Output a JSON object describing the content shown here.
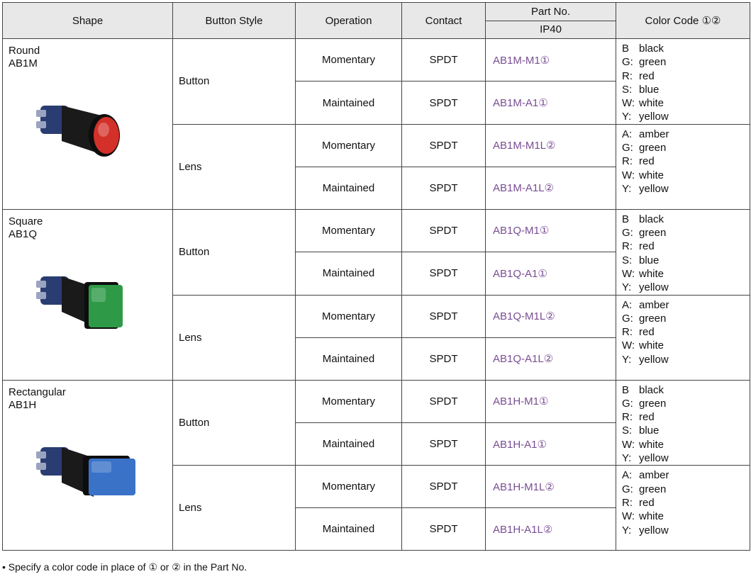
{
  "headers": {
    "shape": "Shape",
    "button_style": "Button Style",
    "operation": "Operation",
    "contact": "Contact",
    "part_no": "Part No.",
    "ip": "IP40",
    "color_code": "Color Code ①②"
  },
  "groups": [
    {
      "shape": "Round",
      "code": "AB1M",
      "cap_color": "#d4302a",
      "styles": [
        {
          "style": "Button",
          "colors": [
            [
              "B",
              "black"
            ],
            [
              "G:",
              "green"
            ],
            [
              "R:",
              "red"
            ],
            [
              "S:",
              "blue"
            ],
            [
              "W:",
              "white"
            ],
            [
              "Y:",
              "yellow"
            ]
          ],
          "rows": [
            {
              "operation": "Momentary",
              "contact": "SPDT",
              "part": "AB1M-M1①"
            },
            {
              "operation": "Maintained",
              "contact": "SPDT",
              "part": "AB1M-A1①"
            }
          ]
        },
        {
          "style": "Lens",
          "colors": [
            [
              "A:",
              "amber"
            ],
            [
              "G:",
              "green"
            ],
            [
              "R:",
              "red"
            ],
            [
              "W:",
              "white"
            ],
            [
              "Y:",
              "yellow"
            ]
          ],
          "rows": [
            {
              "operation": "Momentary",
              "contact": "SPDT",
              "part": "AB1M-M1L②"
            },
            {
              "operation": "Maintained",
              "contact": "SPDT",
              "part": "AB1M-A1L②"
            }
          ]
        }
      ]
    },
    {
      "shape": "Square",
      "code": "AB1Q",
      "cap_color": "#2e9a48",
      "styles": [
        {
          "style": "Button",
          "colors": [
            [
              "B",
              "black"
            ],
            [
              "G:",
              "green"
            ],
            [
              "R:",
              "red"
            ],
            [
              "S:",
              "blue"
            ],
            [
              "W:",
              "white"
            ],
            [
              "Y:",
              "yellow"
            ]
          ],
          "rows": [
            {
              "operation": "Momentary",
              "contact": "SPDT",
              "part": "AB1Q-M1①"
            },
            {
              "operation": "Maintained",
              "contact": "SPDT",
              "part": "AB1Q-A1①"
            }
          ]
        },
        {
          "style": "Lens",
          "colors": [
            [
              "A:",
              "amber"
            ],
            [
              "G:",
              "green"
            ],
            [
              "R:",
              "red"
            ],
            [
              "W:",
              "white"
            ],
            [
              "Y:",
              "yellow"
            ]
          ],
          "rows": [
            {
              "operation": "Momentary",
              "contact": "SPDT",
              "part": "AB1Q-M1L②"
            },
            {
              "operation": "Maintained",
              "contact": "SPDT",
              "part": "AB1Q-A1L②"
            }
          ]
        }
      ]
    },
    {
      "shape": "Rectangular",
      "code": "AB1H",
      "cap_color": "#3a72c8",
      "styles": [
        {
          "style": "Button",
          "colors": [
            [
              "B",
              "black"
            ],
            [
              "G:",
              "green"
            ],
            [
              "R:",
              "red"
            ],
            [
              "S:",
              "blue"
            ],
            [
              "W:",
              "white"
            ],
            [
              "Y:",
              "yellow"
            ]
          ],
          "rows": [
            {
              "operation": "Momentary",
              "contact": "SPDT",
              "part": "AB1H-M1①"
            },
            {
              "operation": "Maintained",
              "contact": "SPDT",
              "part": "AB1H-A1①"
            }
          ]
        },
        {
          "style": "Lens",
          "colors": [
            [
              "A:",
              "amber"
            ],
            [
              "G:",
              "green"
            ],
            [
              "R:",
              "red"
            ],
            [
              "W:",
              "white"
            ],
            [
              "Y:",
              "yellow"
            ]
          ],
          "rows": [
            {
              "operation": "Momentary",
              "contact": "SPDT",
              "part": "AB1H-M1L②"
            },
            {
              "operation": "Maintained",
              "contact": "SPDT",
              "part": "AB1H-A1L②"
            }
          ]
        }
      ]
    }
  ],
  "footnote": "• Specify a color code in place of ① or ② in the Part No."
}
